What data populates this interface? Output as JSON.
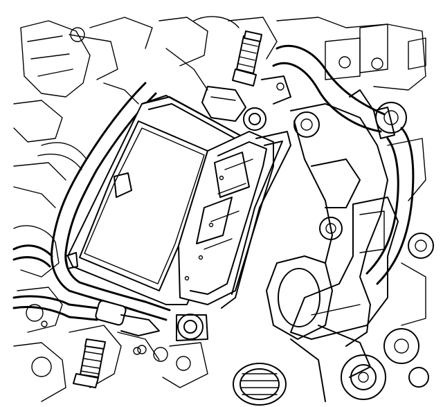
{
  "image": {
    "kind": "line-art technical illustration",
    "palette": {
      "ink": "#000000",
      "paper": "#ffffff"
    },
    "components": [
      "control-module",
      "module-connector",
      "upper-mounting-bolt",
      "lower-mounting-bolt",
      "pivot-nut",
      "mounting-bracket",
      "wiring-harness",
      "hose",
      "pulley",
      "engine-block-background"
    ]
  }
}
